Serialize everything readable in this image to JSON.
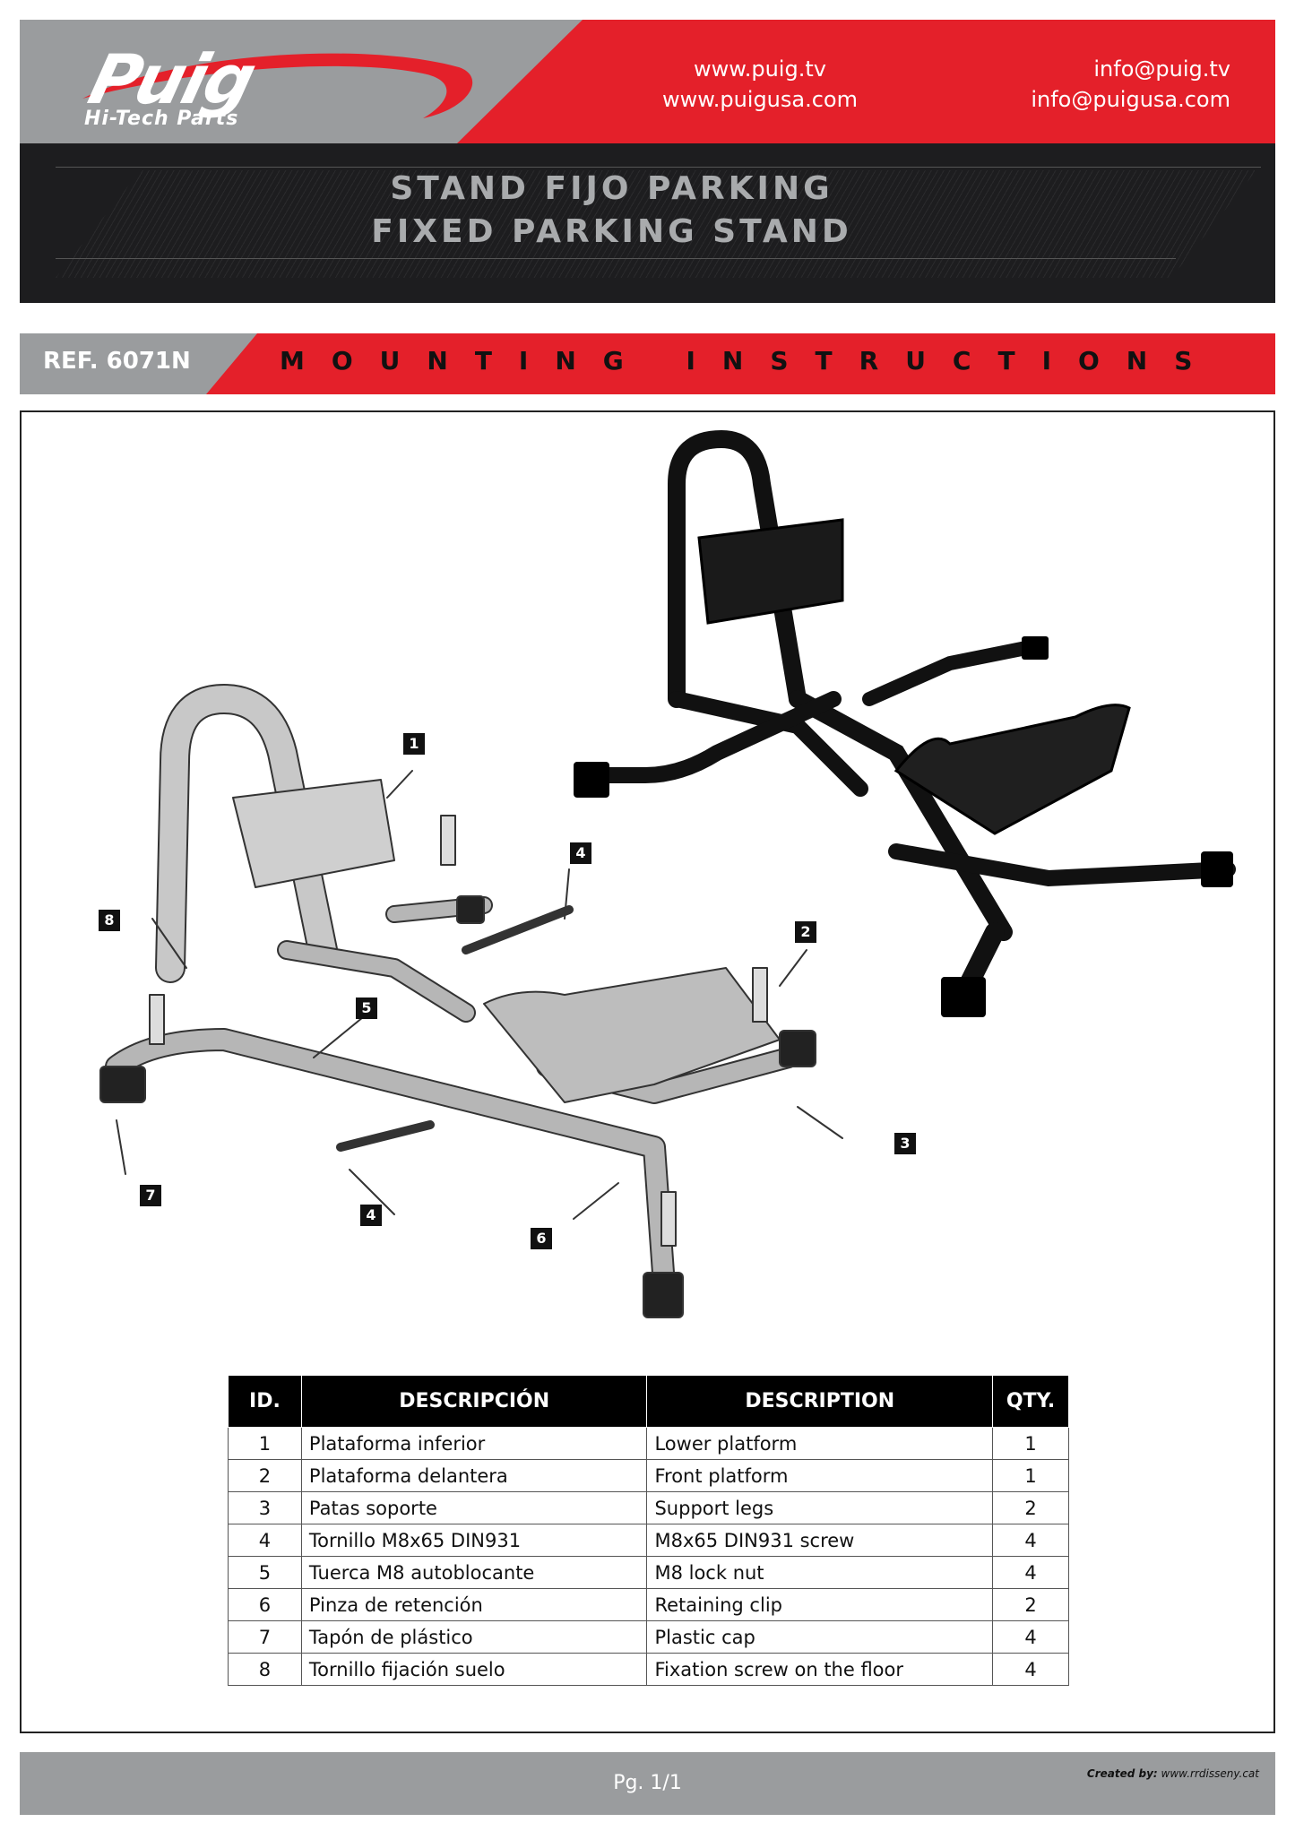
{
  "header": {
    "brand": "Puig",
    "tagline": "Hi-Tech Parts",
    "website_1": "www.puig.tv",
    "website_2": "www.puigusa.com",
    "email_1": "info@puig.tv",
    "email_2": "info@puigusa.com"
  },
  "title": {
    "es": "STAND FIJO PARKING",
    "en": "FIXED PARKING STAND"
  },
  "refbar": {
    "ref": "REF. 6071N",
    "heading": "MOUNTING INSTRUCTIONS"
  },
  "callouts": [
    "1",
    "2",
    "3",
    "4",
    "4",
    "5",
    "6",
    "7",
    "8"
  ],
  "table": {
    "headers": {
      "id": "ID.",
      "es": "DESCRIPCIÓN",
      "en": "DESCRIPTION",
      "qty": "QTY."
    },
    "rows": [
      {
        "id": "1",
        "es": "Plataforma inferior",
        "en": "Lower platform",
        "qty": "1"
      },
      {
        "id": "2",
        "es": "Plataforma delantera",
        "en": "Front platform",
        "qty": "1"
      },
      {
        "id": "3",
        "es": "Patas soporte",
        "en": "Support legs",
        "qty": "2"
      },
      {
        "id": "4",
        "es": "Tornillo M8x65 DIN931",
        "en": "M8x65 DIN931 screw",
        "qty": "4"
      },
      {
        "id": "5",
        "es": "Tuerca M8 autoblocante",
        "en": "M8 lock nut",
        "qty": "4"
      },
      {
        "id": "6",
        "es": "Pinza de retención",
        "en": "Retaining clip",
        "qty": "2"
      },
      {
        "id": "7",
        "es": "Tapón de plástico",
        "en": "Plastic cap",
        "qty": "4"
      },
      {
        "id": "8",
        "es": "Tornillo fijación suelo",
        "en": "Fixation screw on the floor",
        "qty": "4"
      }
    ]
  },
  "footer": {
    "page": "Pg. 1/1",
    "credit_label": "Created by:",
    "credit_site": "www.rrdisseny.cat"
  },
  "colors": {
    "brand_red": "#e4202a",
    "header_grey": "#9a9c9e",
    "title_band": "#1d1d1f"
  }
}
